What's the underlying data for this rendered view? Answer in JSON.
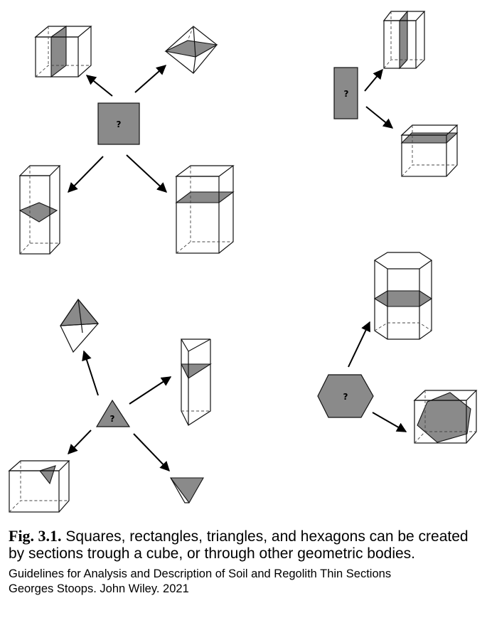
{
  "figure": {
    "question_mark": "?",
    "caption_label": "Fig. 3.1.",
    "caption_text": "Squares, rectangles, triangles, and hexagons can be created by sections trough a cube, or through other geometric bodies.",
    "source_line1": "Guidelines for Analysis and Description of Soil and Regolith Thin Sections",
    "source_line2": "Georges Stoops. John Wiley. 2021"
  }
}
